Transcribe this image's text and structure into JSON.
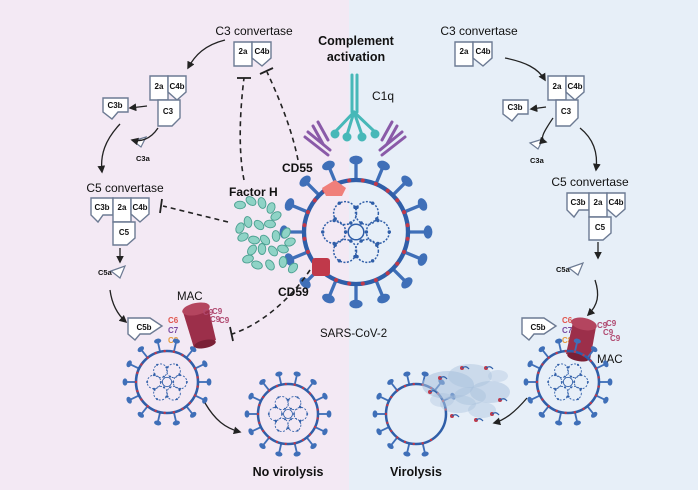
{
  "colors": {
    "left_bg": "#f3e9f4",
    "right_bg": "#e7eff8",
    "shape_stroke": "#6c7a93",
    "virus": "#2f5ea8",
    "spike": "#3f6fb8",
    "envelope_dots": "#c0394a",
    "antibody": "#47b8b8",
    "antibody_light": "#8a5aa8",
    "factor_h": "#8fd3c6",
    "cd55": "#f07f7a",
    "cd59": "#c0394a",
    "mac": "#9c2f4a",
    "c6": "#e0544b",
    "c7": "#7a4aa0",
    "c8": "#e59a3c",
    "c9": "#b0486f",
    "debris": "#a8c0dc"
  },
  "center": {
    "title_line1": "Complement",
    "title_line2": "activation",
    "c1q": "C1q",
    "cd55": "CD55",
    "cd59": "CD59",
    "factor_h": "Factor H",
    "virus_name": "SARS-CoV-2"
  },
  "left": {
    "c3_convertase_label": "C3 convertase",
    "c5_convertase_label": "C5 convertase",
    "c3_convertase": {
      "a": "2a",
      "b": "C4b"
    },
    "c3_step": {
      "a": "2a",
      "b": "C4b",
      "c": "C3"
    },
    "c3b": "C3b",
    "c3a": "C3a",
    "c5_convertase": {
      "a": "C3b",
      "b": "2a",
      "c": "C4b",
      "d": "C5"
    },
    "c5a": "C5a",
    "c5b": "C5b",
    "mac_label": "MAC",
    "mac_components": {
      "c6": "C6",
      "c7": "C7",
      "c8": "C8",
      "c9": "C9"
    },
    "outcome": "No virolysis"
  },
  "right": {
    "c3_convertase_label": "C3 convertase",
    "c5_convertase_label": "C5 convertase",
    "c3_convertase": {
      "a": "2a",
      "b": "C4b"
    },
    "c3_step": {
      "a": "2a",
      "b": "C4b",
      "c": "C3"
    },
    "c3b": "C3b",
    "c3a": "C3a",
    "c5_convertase": {
      "a": "C3b",
      "b": "2a",
      "c": "C4b",
      "d": "C5"
    },
    "c5a": "C5a",
    "c5b": "C5b",
    "mac_label": "MAC",
    "mac_components": {
      "c6": "C6",
      "c7": "C7",
      "c8": "C8",
      "c9": "C9"
    },
    "outcome": "Virolysis"
  }
}
